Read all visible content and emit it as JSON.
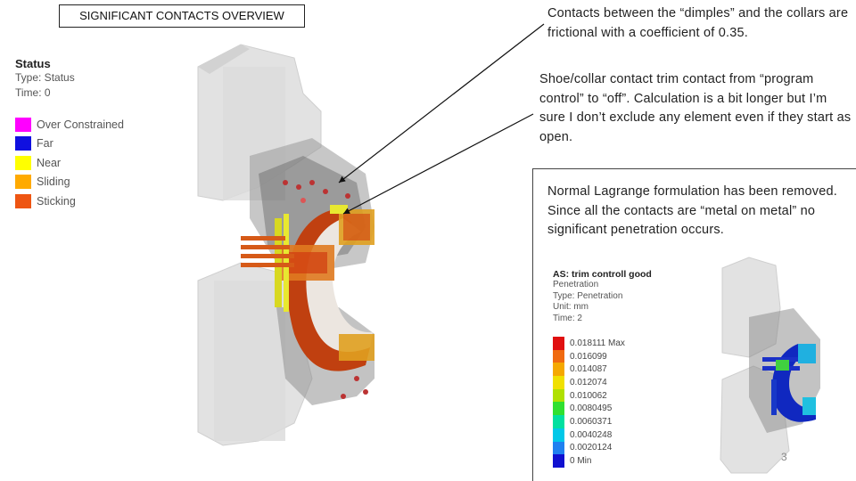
{
  "slide": {
    "title": "SIGNIFICANT CONTACTS OVERVIEW",
    "page_number": "3"
  },
  "status_legend": {
    "title": "Status",
    "type_line": "Type: Status",
    "time_line": "Time: 0",
    "items": [
      {
        "label": "Over Constrained",
        "color": "#ff00ff"
      },
      {
        "label": "Far",
        "color": "#1010e0"
      },
      {
        "label": "Near",
        "color": "#ffff00"
      },
      {
        "label": "Sliding",
        "color": "#ffaa00"
      },
      {
        "label": "Sticking",
        "color": "#ee5512"
      }
    ]
  },
  "notes": {
    "note1": "Contacts between the “dimples” and the collars are frictional with a coefficient of 0.35.",
    "note2": "Shoe/collar contact trim contact from “program control” to “off”. Calculation is a bit longer but I’m sure I don’t exclude any element even if they start as open.",
    "note3": "Normal Lagrange formulation has been removed. Since all the contacts are “metal on metal” no significant penetration occurs."
  },
  "penetration_legend": {
    "title": "AS: trim controll good",
    "line1": "Penetration",
    "line2": "Type: Penetration",
    "line3": "Unit: mm",
    "line4": "Time: 2",
    "scale": [
      {
        "label": "0.018111 Max",
        "color": "#e01010"
      },
      {
        "label": "0.016099",
        "color": "#f06a10"
      },
      {
        "label": "0.014087",
        "color": "#f5a800"
      },
      {
        "label": "0.012074",
        "color": "#f0e000"
      },
      {
        "label": "0.010062",
        "color": "#b0e000"
      },
      {
        "label": "0.0080495",
        "color": "#30e030"
      },
      {
        "label": "0.0060371",
        "color": "#00e0a0"
      },
      {
        "label": "0.0040248",
        "color": "#00c8e8"
      },
      {
        "label": "0.0020124",
        "color": "#2080f0"
      },
      {
        "label": "0 Min",
        "color": "#1010d0"
      }
    ]
  }
}
